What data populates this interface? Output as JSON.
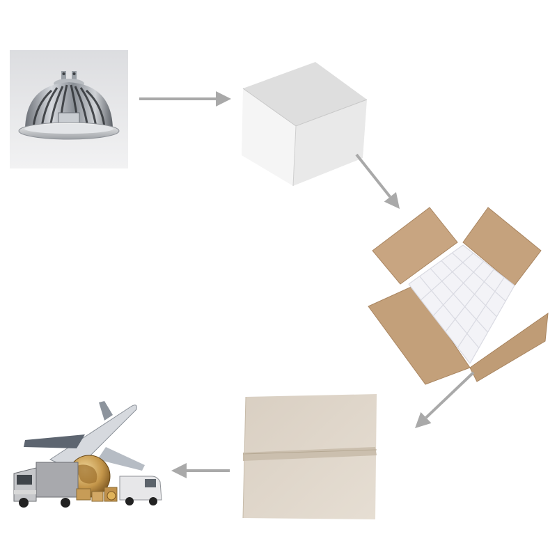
{
  "diagram": {
    "steps": [
      {
        "id": "product",
        "icon": "led-lamp-icon"
      },
      {
        "id": "inner-box",
        "icon": "white-box-icon"
      },
      {
        "id": "packing",
        "icon": "open-carton-icon"
      },
      {
        "id": "carton",
        "icon": "sealed-carton-icon"
      },
      {
        "id": "shipping",
        "icon": "shipping-logistics-icon"
      }
    ],
    "arrow_color": "#a9a9a9"
  }
}
